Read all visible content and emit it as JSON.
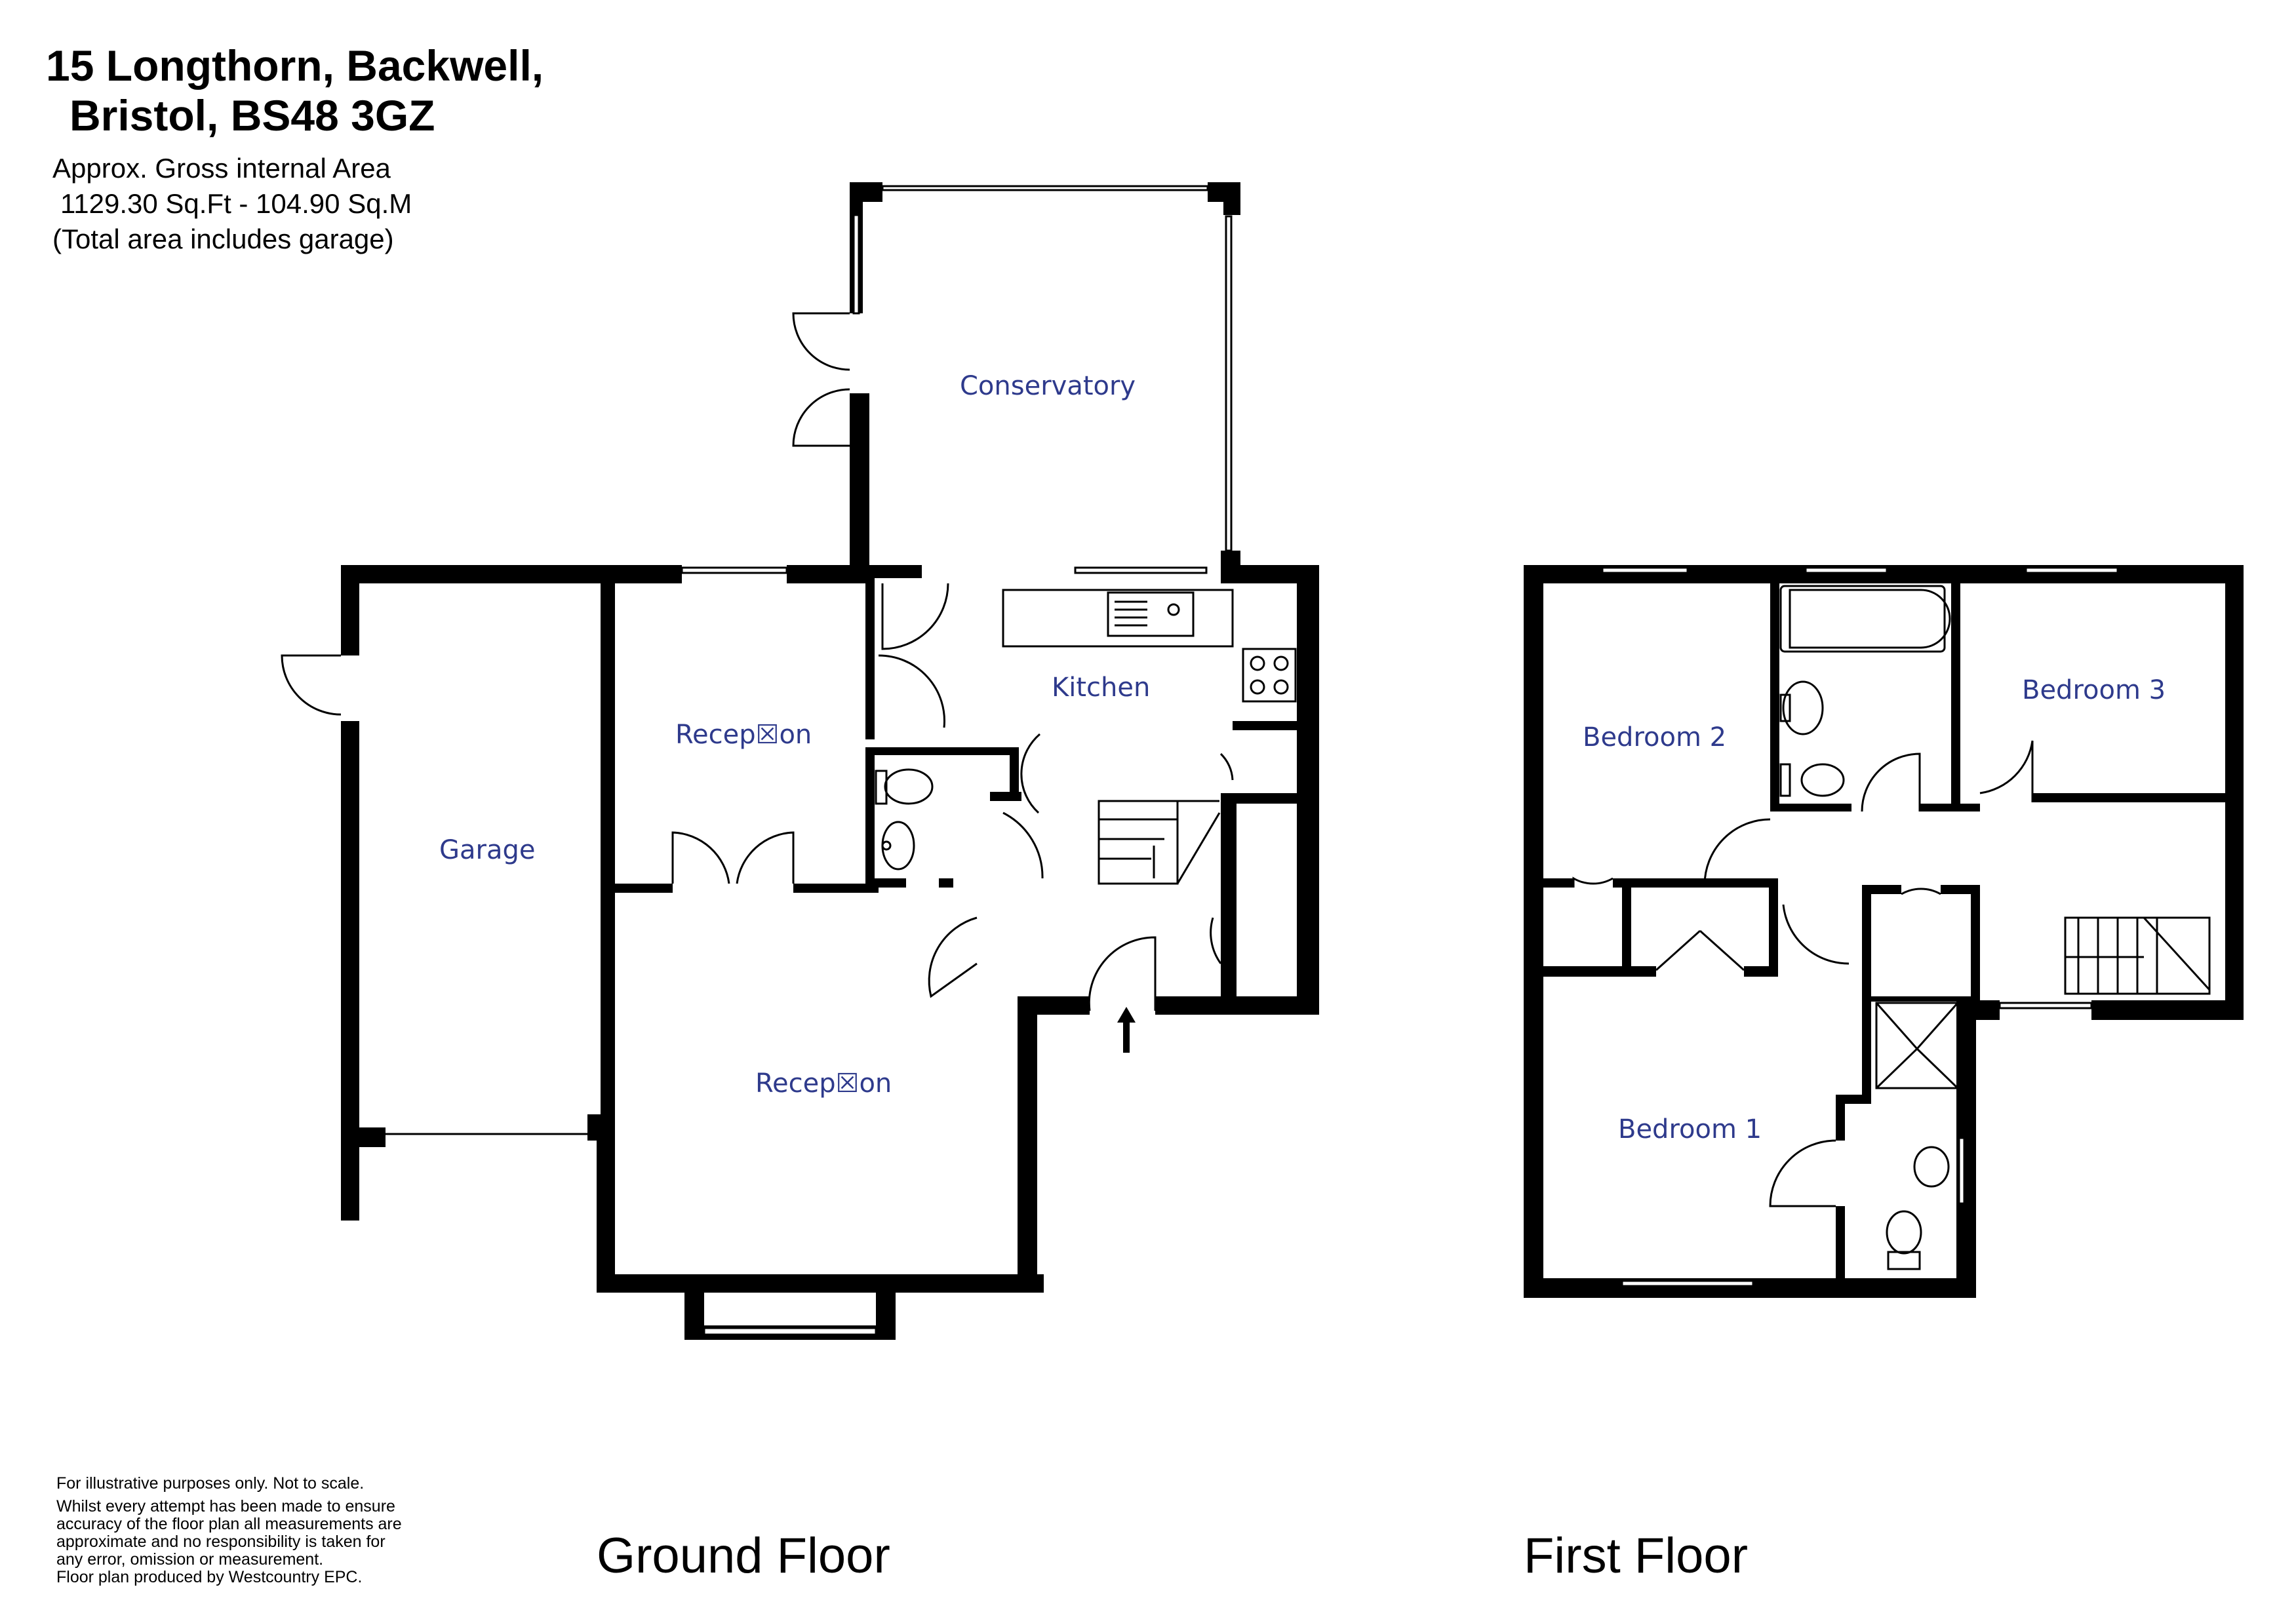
{
  "header": {
    "address_line1": "15 Longthorn, Backwell,",
    "address_line2": "Bristol, BS48 3GZ"
  },
  "area": {
    "line1": "Approx. Gross internal Area",
    "line2": "1129.30 Sq.Ft - 104.90 Sq.M",
    "line3": "(Total area includes garage)"
  },
  "rooms": {
    "conservatory": "Conservatory",
    "kitchen": "Kitchen",
    "reception_upper": "Recep☒on",
    "reception_lower": "Recep☒on",
    "garage": "Garage",
    "bedroom1": "Bedroom 1",
    "bedroom2": "Bedroom 2",
    "bedroom3": "Bedroom 3"
  },
  "floors": {
    "ground": "Ground Floor",
    "first": "First Floor"
  },
  "disclaimer": {
    "line1": "For illustrative purposes only. Not to scale.",
    "line2": "Whilst every attempt has been made to ensure",
    "line3": "accuracy of the floor plan all measurements are",
    "line4": "approximate and no responsibility is taken for",
    "line5": "any error, omission or measurement.",
    "line6": "Floor plan produced by Westcountry EPC."
  },
  "colors": {
    "wall": "#000000",
    "room_label": "#2e3a8c"
  }
}
